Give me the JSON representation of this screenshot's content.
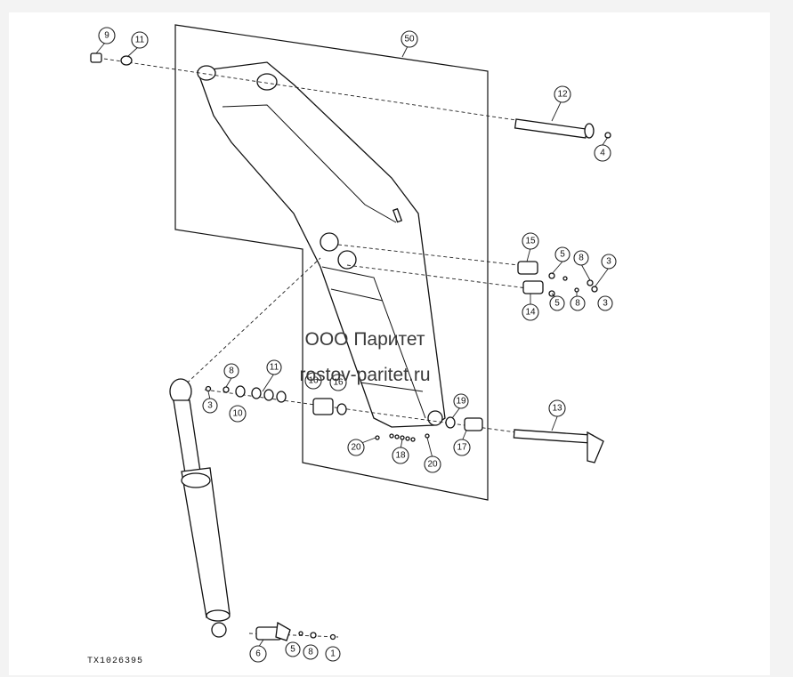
{
  "watermark": {
    "line1": "ООО Паритет",
    "line2": "rostov-paritet.ru"
  },
  "figure_id": "TX1026395",
  "callouts": [
    "9",
    "11",
    "50",
    "12",
    "4",
    "15",
    "5",
    "8",
    "3",
    "14",
    "5",
    "8",
    "3",
    "8",
    "3",
    "10",
    "11",
    "16",
    "16",
    "19",
    "13",
    "17",
    "20",
    "18",
    "20",
    "6",
    "5",
    "8",
    "1"
  ],
  "colors": {
    "line": "#111111",
    "background": "#ffffff",
    "page": "#f3f3f3"
  }
}
